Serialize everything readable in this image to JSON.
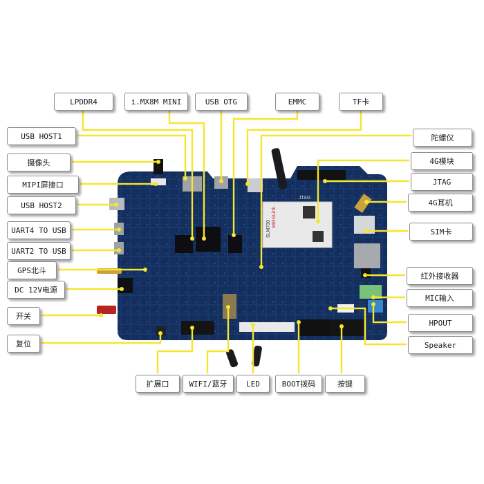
{
  "labels": {
    "lpddr4": "LPDDR4",
    "imx8m_mini": "i.MX8M MINI",
    "usb_otg": "USB OTG",
    "emmc": "EMMC",
    "tf_card": "TF卡",
    "usb_host1": "USB HOST1",
    "camera": "摄像头",
    "mipi_screen": "MIPI屏接口",
    "usb_host2": "USB HOST2",
    "uart4_usb": "UART4 TO USB",
    "uart2_usb": "UART2 TO USB",
    "gps": "GPS北斗",
    "dc_power": "DC 12V电源",
    "power_switch": "开关",
    "reset": "复位",
    "gyroscope": "陀螺仪",
    "module_4g": "4G模块",
    "jtag": "JTAG",
    "earphone_4g": "4G耳机",
    "sim_card": "SIM卡",
    "ir_receiver": "红外接收器",
    "mic_input": "MIC输入",
    "hpout": "HPOUT",
    "speaker": "Speaker",
    "expansion": "扩展口",
    "wifi_bt": "WIFI/蓝牙",
    "led": "LED",
    "boot_switch": "BOOT拨码",
    "buttons": "按键"
  },
  "board_text": {
    "module_brand": "MEIGLink",
    "module_model": "SLM730",
    "jtag_silk": "JTAG"
  },
  "colors": {
    "leader_line": "#f5e52c",
    "pcb": "#14305f",
    "label_border": "#8a8a8a"
  }
}
